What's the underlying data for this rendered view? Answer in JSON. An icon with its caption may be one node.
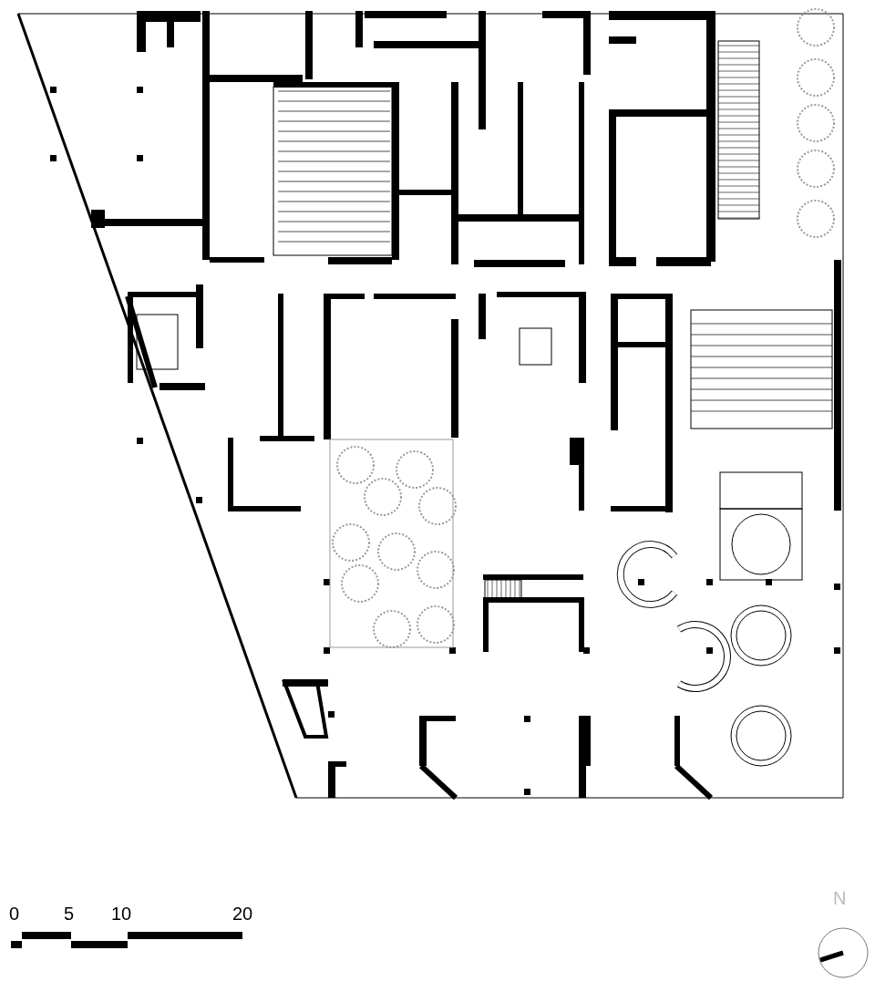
{
  "diagram": {
    "labels": [
      "0",
      "5",
      "10",
      "20",
      "N"
    ]
  }
}
